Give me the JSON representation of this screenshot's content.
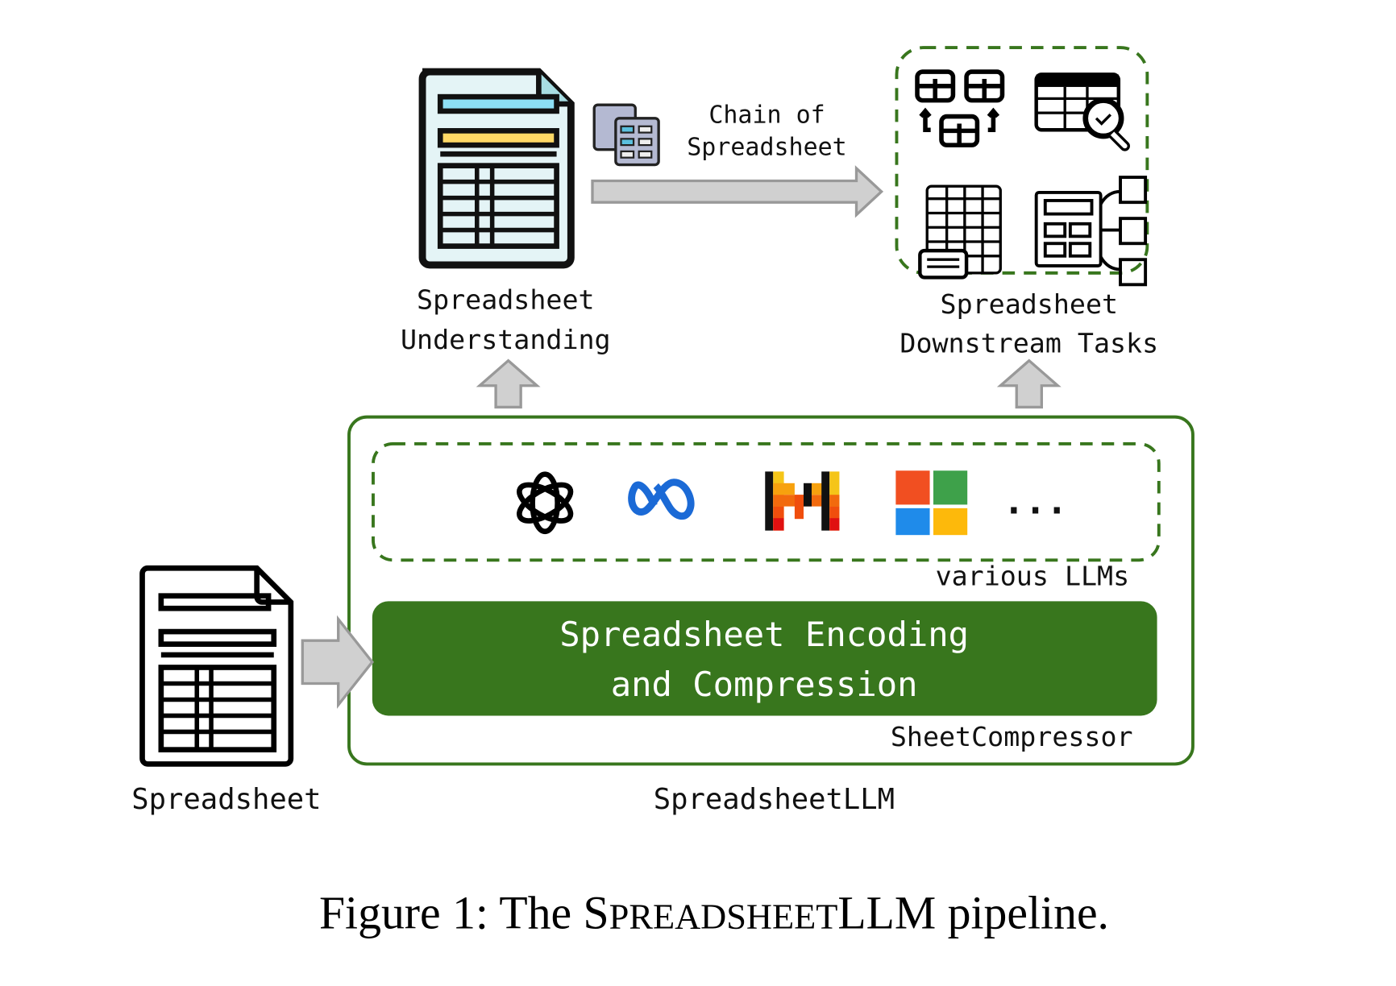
{
  "labels": {
    "spreadsheet_understanding_line1": "Spreadsheet",
    "spreadsheet_understanding_line2": "Understanding",
    "chain_line1": "Chain of",
    "chain_line2": "Spreadsheet",
    "downstream_line1": "Spreadsheet",
    "downstream_line2": "Downstream Tasks",
    "various_llms": "various LLMs",
    "encoding_line1": "Spreadsheet Encoding",
    "encoding_line2": "and Compression",
    "sheetcompressor": "SheetCompressor",
    "spreadsheet": "Spreadsheet",
    "spreadsheetllm": "SpreadsheetLLM",
    "ellipsis": "..."
  },
  "llm_icons": [
    "openai-logo-icon",
    "meta-logo-icon",
    "mistral-logo-icon",
    "microsoft-logo-icon"
  ],
  "caption": {
    "prefix": "Figure 1: The ",
    "smallcaps_S": "S",
    "smallcaps_rest": "PREADSHEET",
    "name_tail": "LLM",
    "suffix": " pipeline."
  },
  "colors": {
    "green": "#38761d",
    "arrow_gray": "#d0d0d0",
    "sheet_fill": "#e4f4f6",
    "sheet_blue": "#8ddff5",
    "sheet_yellow": "#ffd966"
  }
}
